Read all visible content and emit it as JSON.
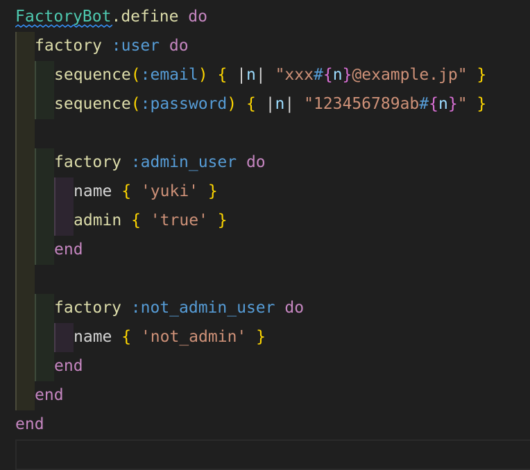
{
  "editor": {
    "language": "ruby",
    "colors": {
      "background": "#1f1f1f",
      "constant": "#4ec9b0",
      "method": "#dcdcaa",
      "keyword": "#c586c0",
      "symbol": "#569cd6",
      "variable": "#9cdcfe",
      "string": "#ce9178",
      "brace": "#ffd700"
    },
    "lines": [
      {
        "tokens": [
          "FactoryBot",
          ".define",
          " do"
        ]
      },
      {
        "tokens": [
          "factory",
          " :user",
          " do"
        ]
      },
      {
        "tokens": [
          "sequence",
          "(",
          ":email",
          ")",
          " {",
          " |",
          "n",
          "|",
          " \"xxx",
          "#",
          "{",
          "n",
          "}",
          "@example.jp\"",
          " }"
        ]
      },
      {
        "tokens": [
          "sequence",
          "(",
          ":password",
          ")",
          " {",
          " |",
          "n",
          "|",
          " \"123456789ab",
          "#",
          "{",
          "n",
          "}",
          "\"",
          " }"
        ]
      },
      {
        "tokens": []
      },
      {
        "tokens": [
          "factory",
          " :admin_user",
          " do"
        ]
      },
      {
        "tokens": [
          "name",
          " {",
          " 'yuki'",
          " }"
        ]
      },
      {
        "tokens": [
          "admin",
          " {",
          " 'true'",
          " }"
        ]
      },
      {
        "tokens": [
          "end"
        ]
      },
      {
        "tokens": []
      },
      {
        "tokens": [
          "factory",
          " :not_admin_user",
          " do"
        ]
      },
      {
        "tokens": [
          "name",
          " {",
          " 'not_admin'",
          " }"
        ]
      },
      {
        "tokens": [
          "end"
        ]
      },
      {
        "tokens": [
          "end"
        ]
      },
      {
        "tokens": [
          "end"
        ]
      }
    ]
  }
}
